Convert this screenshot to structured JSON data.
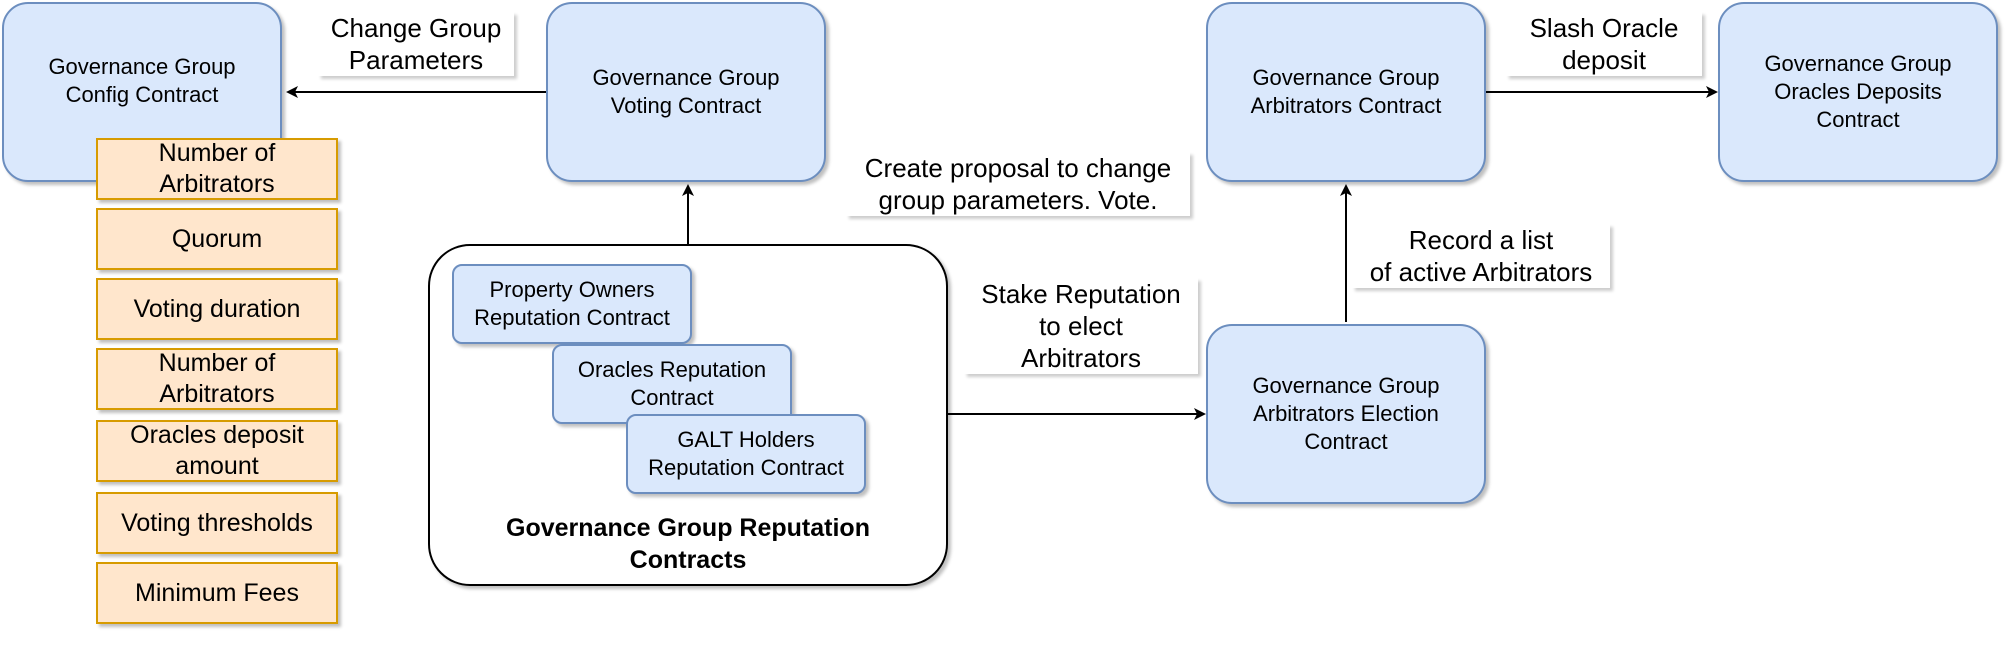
{
  "nodes": {
    "config": "Governance Group\nConfig Contract",
    "voting": "Governance Group\nVoting Contract",
    "arbitrators": "Governance Group\nArbitrators Contract",
    "oracles_deposits": "Governance Group\nOracles Deposits\nContract",
    "election": "Governance Group\nArbitrators Election\nContract"
  },
  "reputation_group": {
    "title": "Governance Group Reputation\nContracts",
    "property_owners": "Property Owners\nReputation Contract",
    "oracles": "Oracles Reputation\nContract",
    "galt_holders": "GALT Holders\nReputation Contract"
  },
  "parameters": [
    "Number of\nArbitrators",
    "Quorum",
    "Voting duration",
    "Number of\nArbitrators",
    "Oracles deposit\namount",
    "Voting thresholds",
    "Minimum Fees"
  ],
  "edge_labels": {
    "change_params": "Change Group\nParameters",
    "create_proposal": "Create proposal to change\ngroup parameters. Vote.",
    "stake_reputation": "Stake Reputation\nto elect\nArbitrators",
    "record_list": "Record a list\nof active Arbitrators",
    "slash_deposit": "Slash Oracle\ndeposit"
  },
  "colors": {
    "contract_fill": "#dae8fc",
    "contract_stroke": "#6c8ebf",
    "param_fill": "#ffe6cc",
    "param_stroke": "#d79b00"
  }
}
